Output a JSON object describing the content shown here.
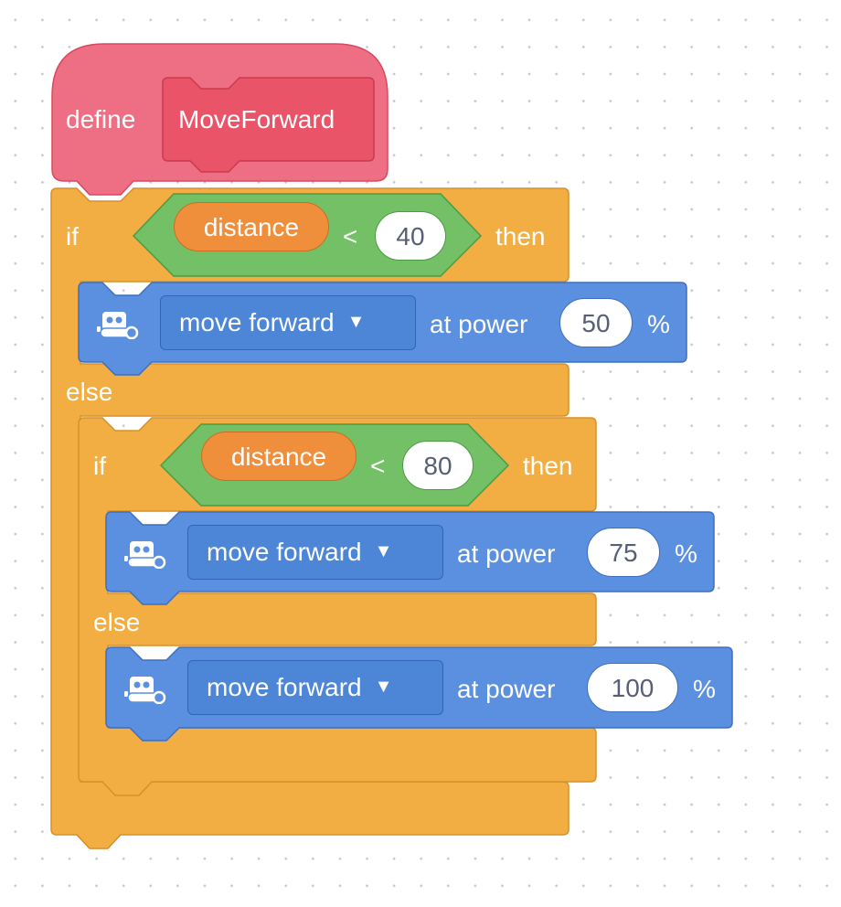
{
  "colors": {
    "define": "#ee6f84",
    "define_border": "#d9485f",
    "define_inner": "#ea5468",
    "control": "#f2ae42",
    "control_border": "#d6902a",
    "motion": "#5b8fdf",
    "motion_border": "#3f6fbd",
    "operator": "#74c066",
    "operator_border": "#4b9a44",
    "sensing": "#ef8e3b",
    "canvas_dots": "#c3c7d0"
  },
  "define_block": {
    "keyword": "define",
    "name": "MoveForward"
  },
  "outer_if": {
    "if_label": "if",
    "then_label": "then",
    "else_label": "else",
    "condition": {
      "reporter": "distance",
      "operator": "<",
      "value": "40"
    },
    "then_block": {
      "icon": "robot-icon",
      "action": "move forward",
      "caret": "▼",
      "at_power": "at power",
      "power": "50",
      "unit": "%"
    }
  },
  "inner_if": {
    "if_label": "if",
    "then_label": "then",
    "else_label": "else",
    "condition": {
      "reporter": "distance",
      "operator": "<",
      "value": "80"
    },
    "then_block": {
      "icon": "robot-icon",
      "action": "move forward",
      "caret": "▼",
      "at_power": "at power",
      "power": "75",
      "unit": "%"
    },
    "else_block": {
      "icon": "robot-icon",
      "action": "move forward",
      "caret": "▼",
      "at_power": "at power",
      "power": "100",
      "unit": "%"
    }
  }
}
